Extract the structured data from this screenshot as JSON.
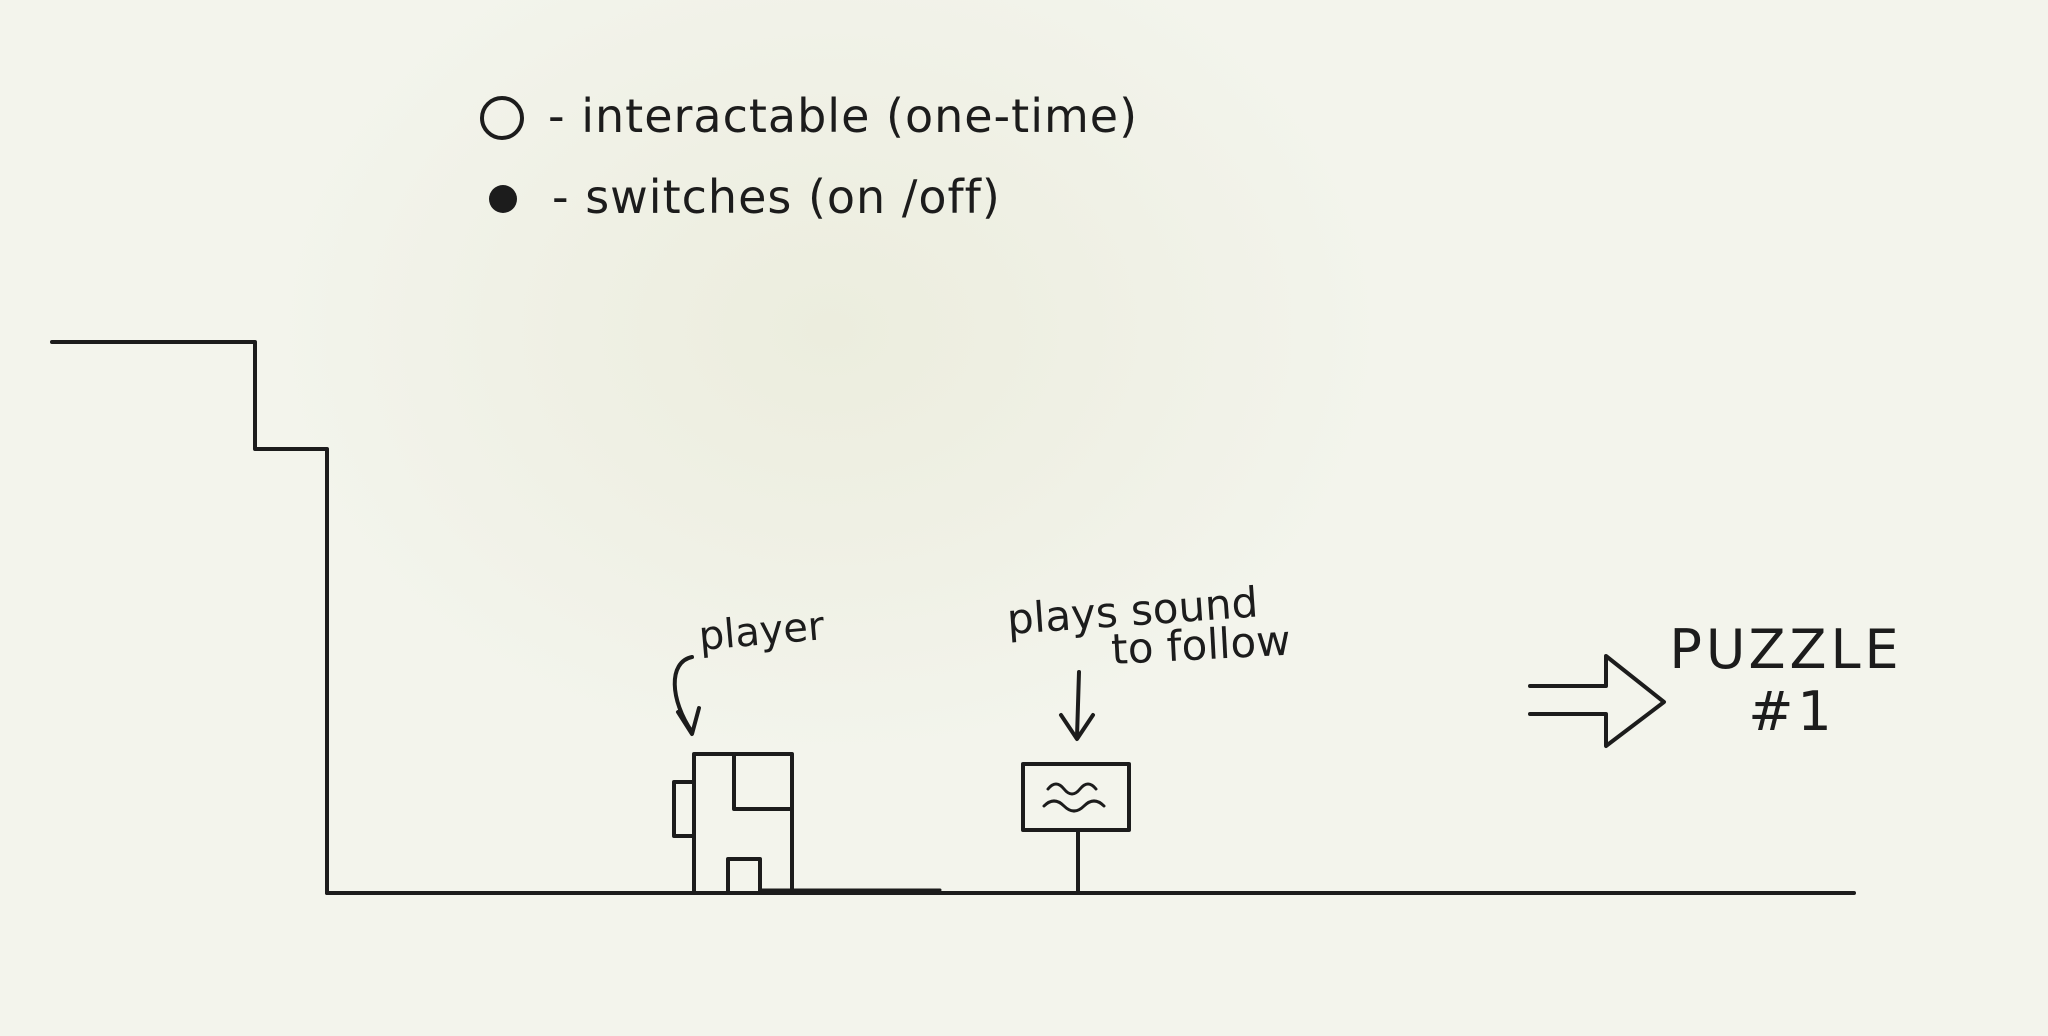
{
  "legend": {
    "items": [
      {
        "symbol": "open-circle",
        "text": "- interactable (one-time)"
      },
      {
        "symbol": "filled-circle",
        "text": "- switches (on /off)"
      }
    ]
  },
  "labels": {
    "player": "player",
    "sign_line1": "plays sound",
    "sign_line2": "to follow",
    "puzzle_line1": "PUZZLE",
    "puzzle_line2": "#1"
  },
  "colors": {
    "ink": "#1c1c1c",
    "paper": "#f3f4ec"
  }
}
